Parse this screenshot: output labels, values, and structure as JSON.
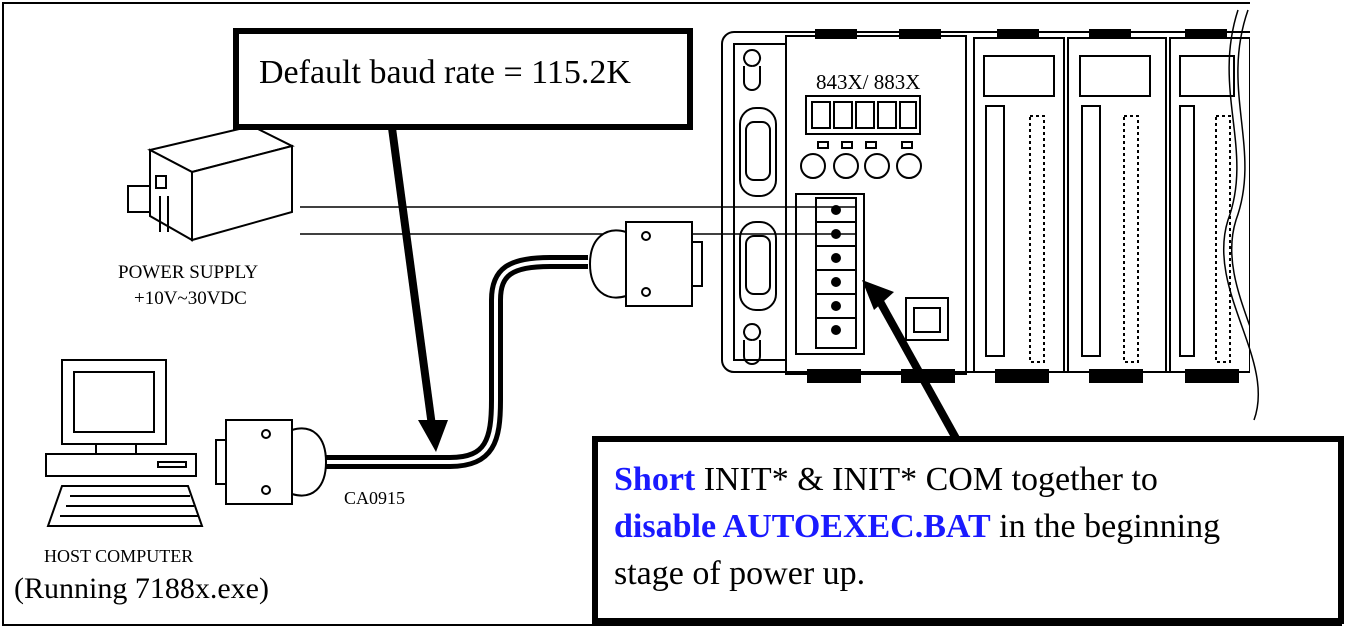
{
  "callouts": {
    "baud": "Default baud rate = 115.2K",
    "init": {
      "short_word": "Short",
      "line1_rest": " INIT* & INIT* COM together to",
      "disable_phrase": "disable AUTOEXEC.BAT",
      "line2_rest": " in the beginning",
      "line3": "stage of power up."
    }
  },
  "labels": {
    "power_supply": "POWER SUPPLY",
    "power_range": "+10V~30VDC",
    "host_computer": "HOST COMPUTER",
    "running": "(Running 7188x.exe)",
    "cable": "CA0915",
    "model": "843X/ 883X"
  },
  "colors": {
    "highlight": "#1a1aff"
  }
}
